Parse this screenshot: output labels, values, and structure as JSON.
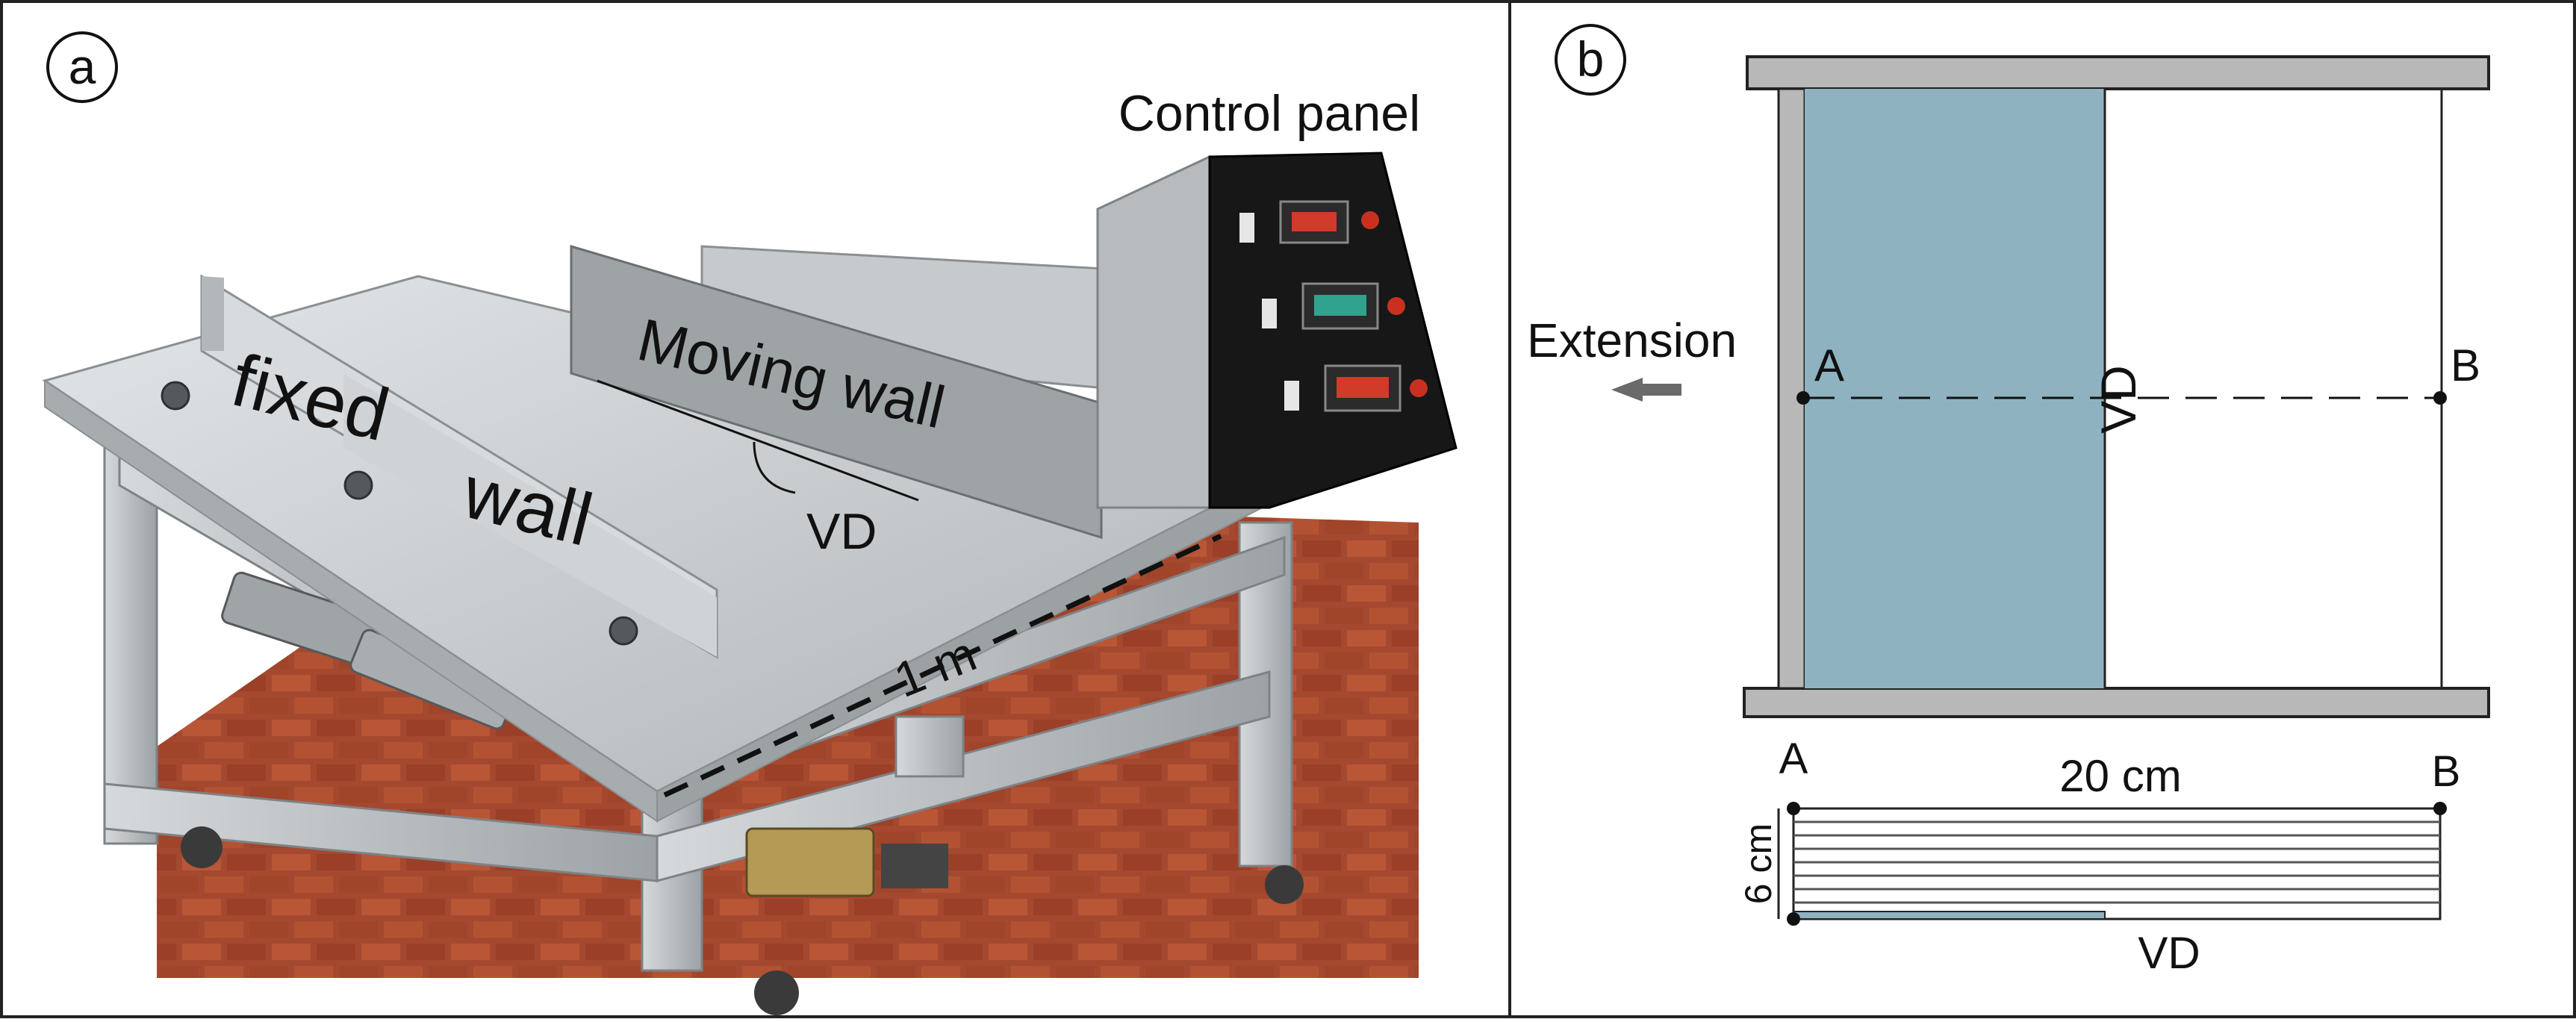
{
  "panel_a": {
    "label": "a",
    "photo_labels": {
      "control_panel": "Control panel",
      "fixed": "fixed",
      "wall": "wall",
      "moving_wall": "Moving wall",
      "vd": "VD",
      "length": "1 m"
    }
  },
  "panel_b": {
    "label": "b",
    "plan_view": {
      "extension_label": "Extension",
      "point_a": "A",
      "point_b": "B",
      "vd_label": "VD"
    },
    "section": {
      "point_a": "A",
      "point_b": "B",
      "width_label": "20 cm",
      "height_label": "6 cm",
      "vd_label": "VD"
    }
  },
  "colors": {
    "sand_fill": "#8fb2c0",
    "plate_grey": "#b8b8b8",
    "frame_stroke": "#222222",
    "arrow_grey": "#6a6a6a",
    "floor_brick": "#a4492f",
    "aluminium": "#c9ccce"
  }
}
